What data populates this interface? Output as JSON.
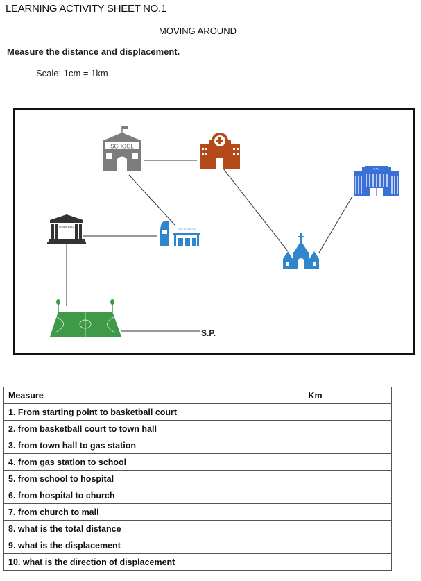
{
  "header": {
    "sheet_title": "LEARNING ACTIVITY SHEET NO.1",
    "subtitle": "MOVING AROUND",
    "instruction": "Measure the distance and displacement.",
    "scale": "Scale: 1cm = 1km"
  },
  "map": {
    "school_sign": "SCHOOL",
    "town_hall_sign": "TOWN HALL",
    "gas_station_sign": "GAS STATION",
    "mall_sign": "MALL",
    "start_label": "S.P.",
    "colors": {
      "school": "#7d7d7d",
      "hospital": "#b34a17",
      "mall": "#3a6fd8",
      "church": "#2f86cc",
      "gas_station": "#2f86cc",
      "court": "#3f9a48",
      "town_hall": "#333333"
    }
  },
  "table": {
    "headers": {
      "measure": "Measure",
      "km": "Km"
    },
    "rows": [
      {
        "label": "1. From starting point to basketball court",
        "km": ""
      },
      {
        "label": "2. from basketball court to town hall",
        "km": ""
      },
      {
        "label": "3. from town hall to gas station",
        "km": ""
      },
      {
        "label": "4. from gas station to school",
        "km": ""
      },
      {
        "label": "5. from school to hospital",
        "km": ""
      },
      {
        "label": "6. from hospital to church",
        "km": ""
      },
      {
        "label": "7. from church to mall",
        "km": ""
      },
      {
        "label": "8. what is the total distance",
        "km": ""
      },
      {
        "label": "9. what is the displacement",
        "km": ""
      },
      {
        "label": "10. what is the direction of displacement",
        "km": ""
      }
    ]
  }
}
